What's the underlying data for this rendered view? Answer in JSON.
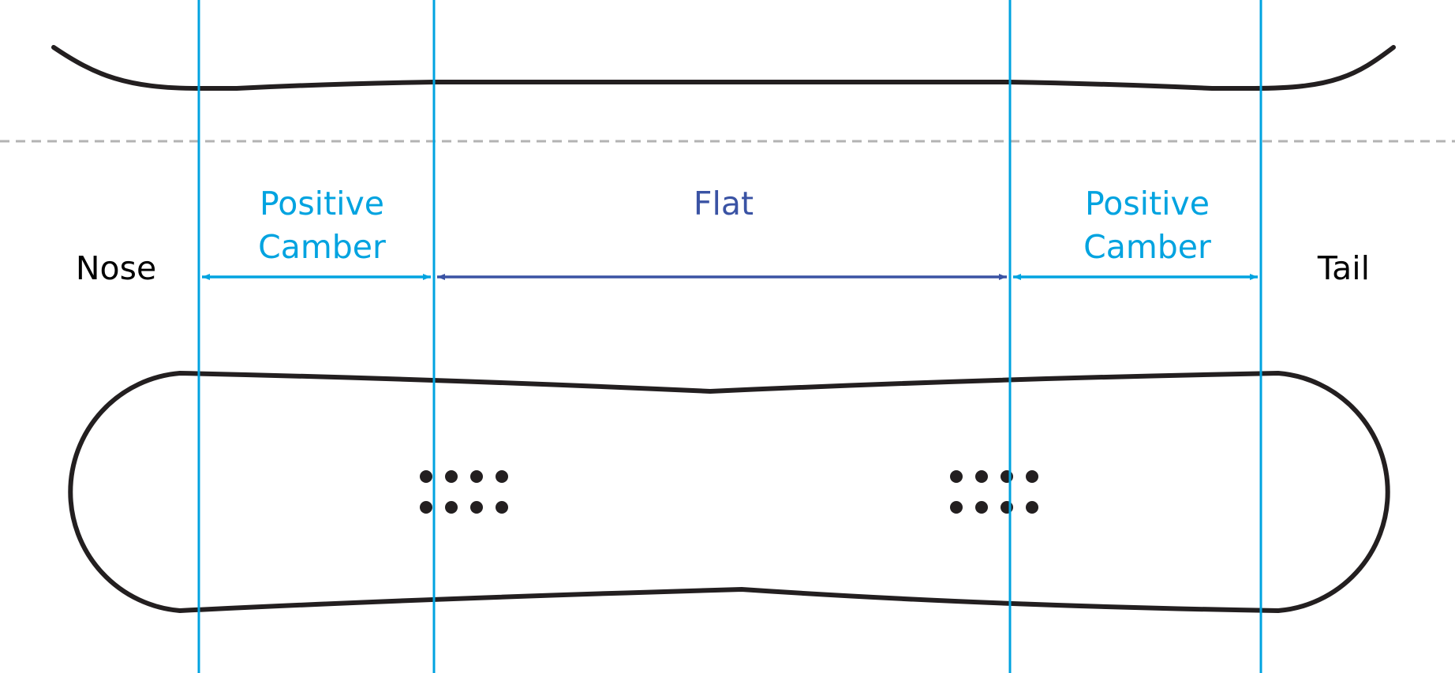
{
  "labels": {
    "nose": "Nose",
    "tail": "Tail",
    "left_zone": [
      "Positive",
      "Camber"
    ],
    "middle_zone": "Flat",
    "right_zone": [
      "Positive",
      "Camber"
    ]
  },
  "colors": {
    "outline": "#231f20",
    "guide_line": "#00a3e0",
    "positive_camber": "#00a3e0",
    "flat": "#3a53a4",
    "baseline": "#b3b3b3",
    "text": "#000000"
  }
}
